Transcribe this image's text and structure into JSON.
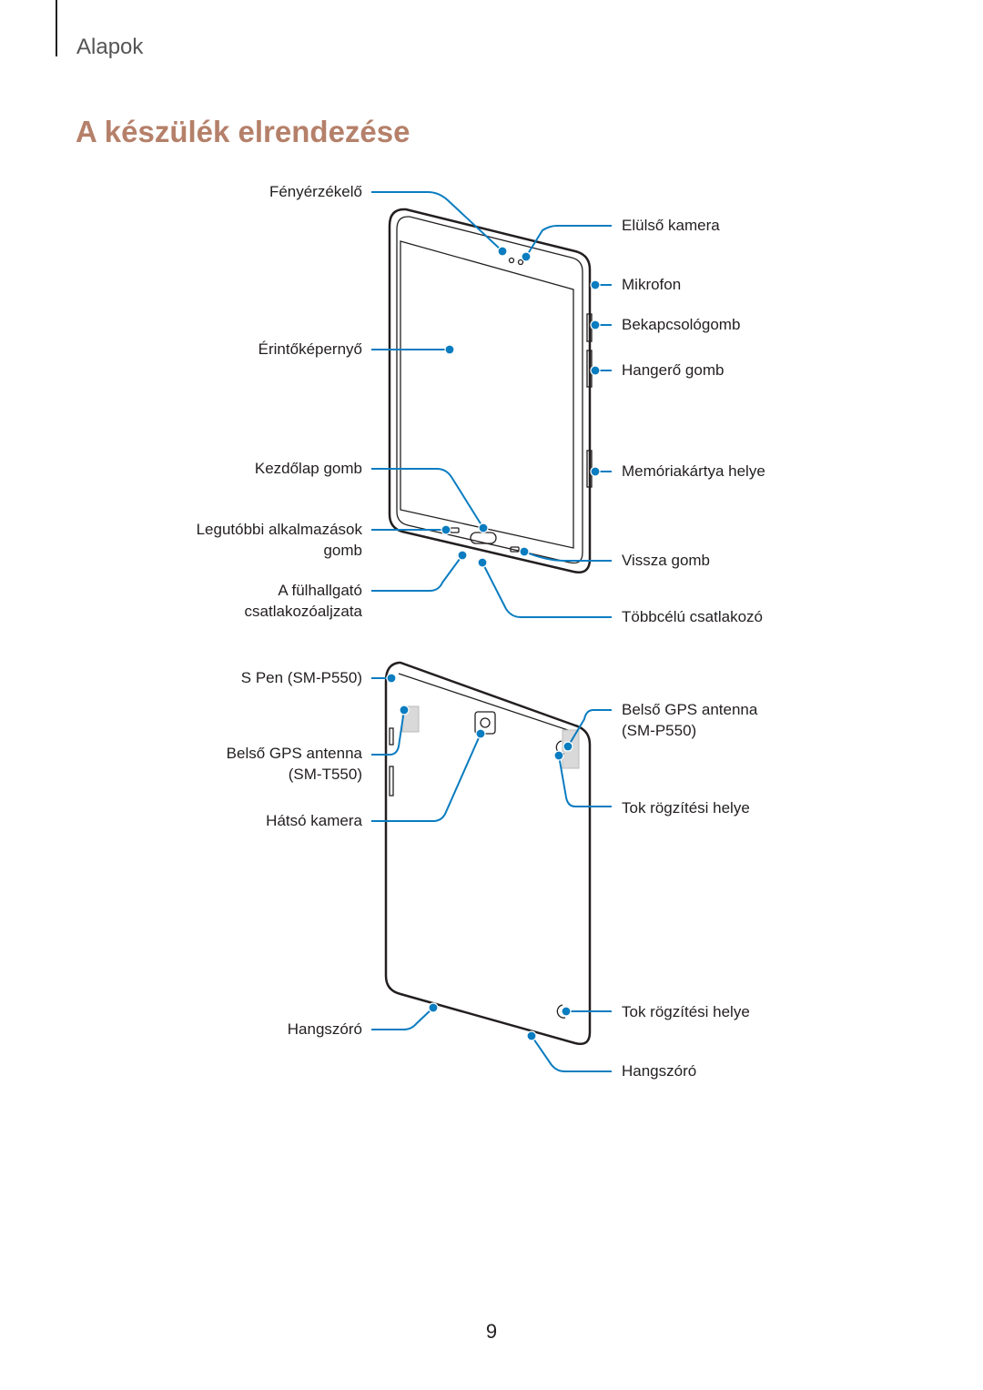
{
  "header": {
    "section": "Alapok"
  },
  "title": "A készülék elrendezése",
  "front_labels": {
    "light_sensor": "Fényérzékelő",
    "touchscreen": "Érintőképernyő",
    "home_button": "Kezdőlap gomb",
    "recent_apps_1": "Legutóbbi alkalmazások",
    "recent_apps_2": "gomb",
    "headset_jack_1": "A fülhallgató",
    "headset_jack_2": "csatlakozóaljzata",
    "front_camera": "Elülső kamera",
    "microphone": "Mikrofon",
    "power_button": "Bekapcsológomb",
    "volume_button": "Hangerő gomb",
    "memory_card_slot": "Memóriakártya helye",
    "back_button": "Vissza gomb",
    "multipurpose_jack": "Többcélú csatlakozó"
  },
  "back_labels": {
    "s_pen": "S Pen (SM-P550)",
    "gps_left_1": "Belső GPS antenna",
    "gps_left_2": "(SM-T550)",
    "rear_camera": "Hátsó kamera",
    "speaker_left": "Hangszóró",
    "gps_right_1": "Belső GPS antenna",
    "gps_right_2": "(SM-P550)",
    "cover_slot_top": "Tok rögzítési helye",
    "cover_slot_bottom": "Tok rögzítési helye",
    "speaker_right": "Hangszóró"
  },
  "page_number": "9"
}
